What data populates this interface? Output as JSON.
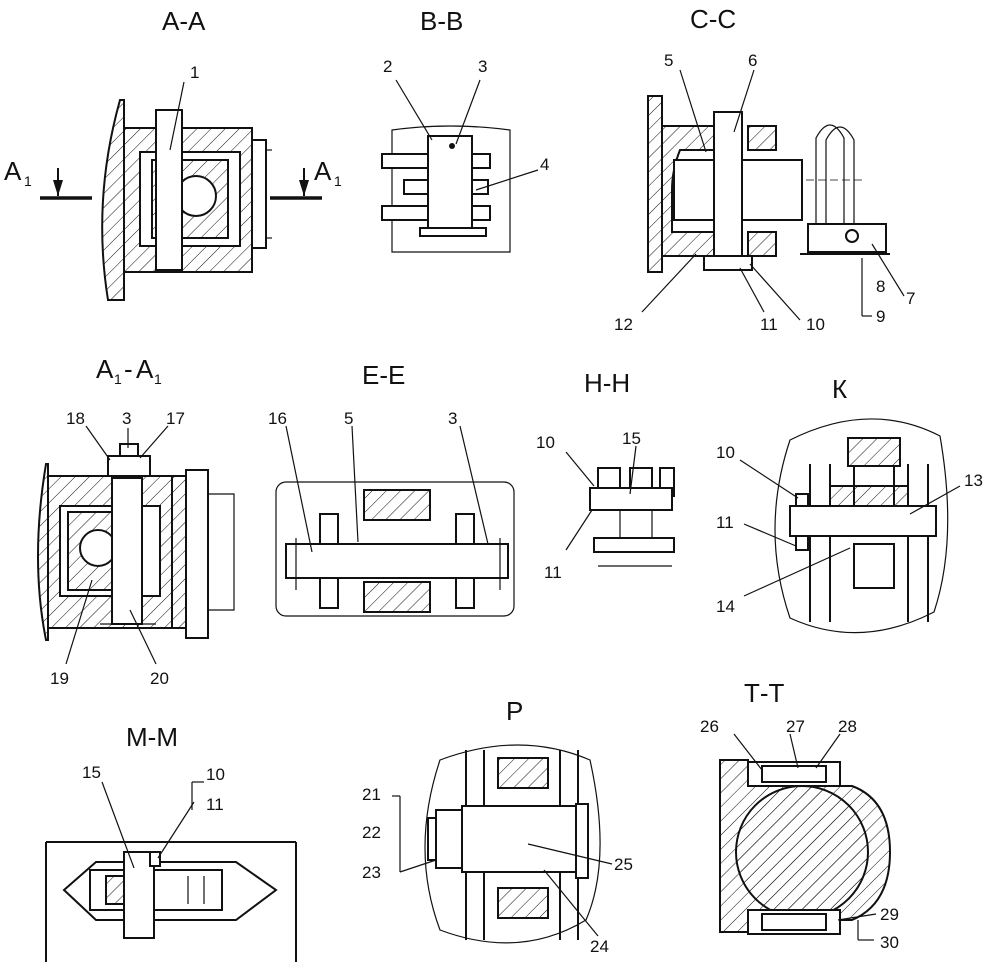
{
  "views": {
    "aa": {
      "title": "А-А",
      "labels": [
        "1"
      ],
      "arrow_left": "A",
      "arrow_right": "A",
      "arrow_sub": "1"
    },
    "bb": {
      "title": "В-В",
      "labels": [
        "2",
        "3",
        "4"
      ]
    },
    "cc": {
      "title": "С-С",
      "labels": [
        "5",
        "6",
        "7",
        "8",
        "9",
        "10",
        "11",
        "12"
      ]
    },
    "a1a1": {
      "title_main": "А",
      "title_sub": "1",
      "title_dash": "-",
      "labels": [
        "18",
        "3",
        "17",
        "19",
        "20"
      ]
    },
    "ee": {
      "title": "Е-Е",
      "labels": [
        "16",
        "5",
        "3"
      ]
    },
    "hh": {
      "title": "Н-Н",
      "labels": [
        "10",
        "15",
        "11"
      ]
    },
    "k": {
      "title": "К",
      "labels": [
        "10",
        "13",
        "11",
        "14"
      ]
    },
    "mm": {
      "title": "М-М",
      "labels": [
        "15",
        "10",
        "11"
      ]
    },
    "p": {
      "title": "Р",
      "labels": [
        "21",
        "22",
        "23",
        "25",
        "24"
      ]
    },
    "tt": {
      "title": "Т-Т",
      "labels": [
        "26",
        "27",
        "28",
        "29",
        "30"
      ]
    }
  }
}
